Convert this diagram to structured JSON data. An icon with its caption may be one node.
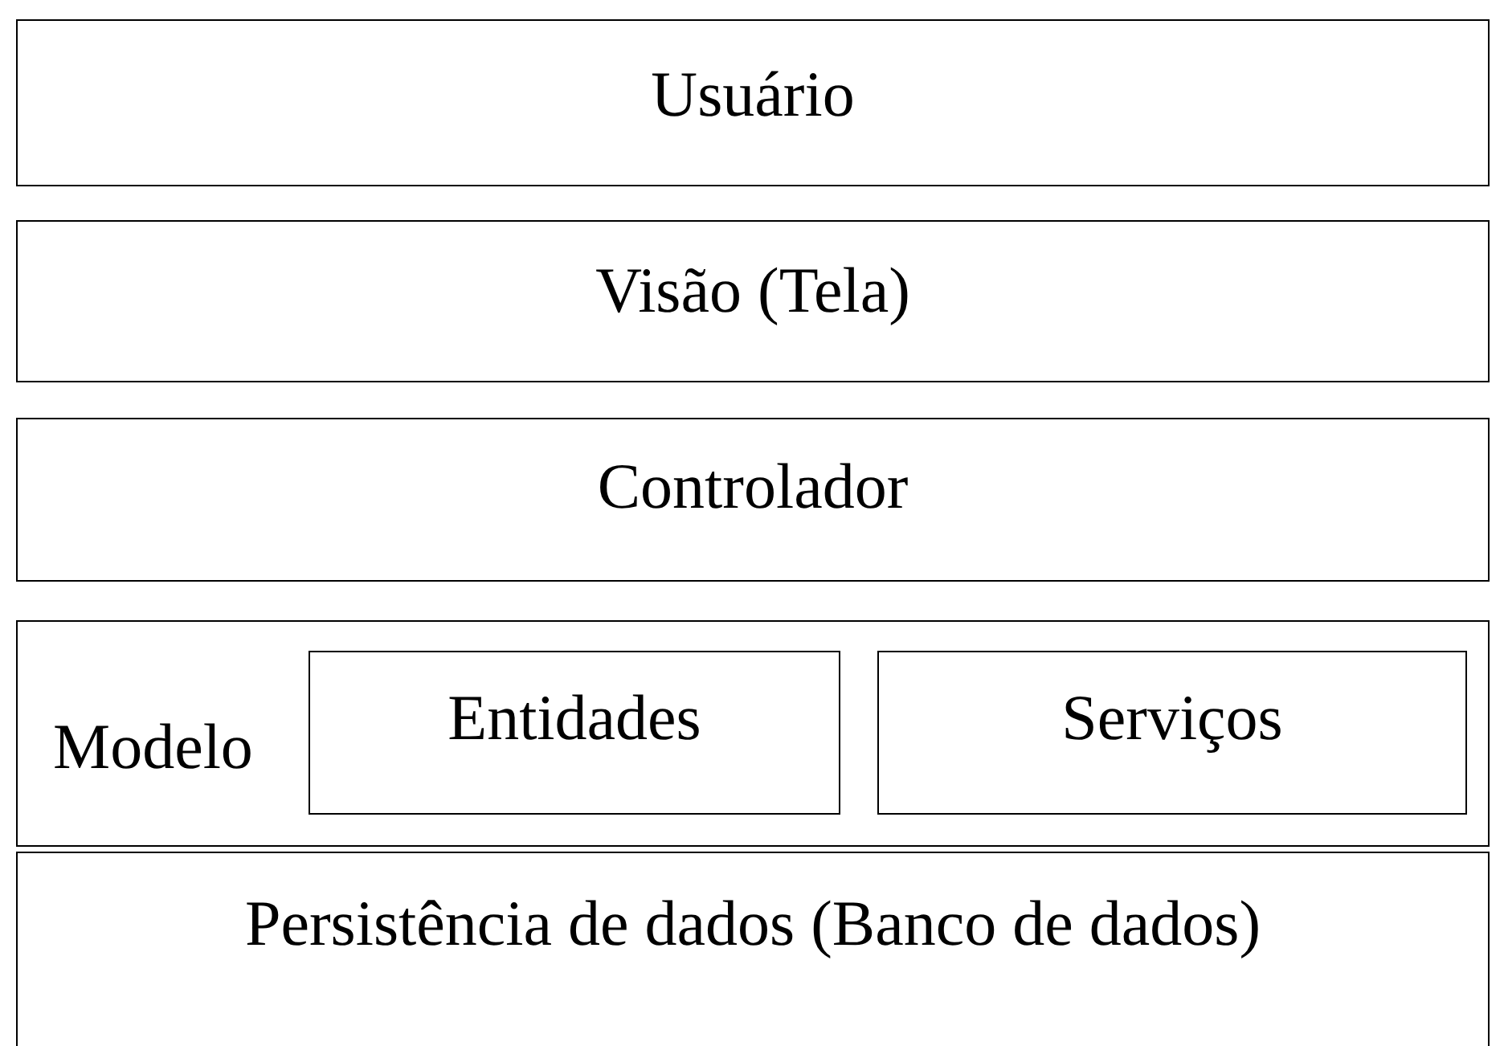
{
  "diagram": {
    "nodes": [
      {
        "text": [
          "Usuário"
        ]
      },
      {
        "text": [
          "Visão (Tela)"
        ]
      },
      {
        "text": [
          "Controlador"
        ]
      },
      {
        "text": [
          "Modelo"
        ]
      },
      {
        "text": [
          "Entidades"
        ],
        "in": 3
      },
      {
        "text": [
          "Serviços"
        ],
        "in": 3
      },
      {
        "text": [
          "Persistência de dados (Banco de dados)"
        ]
      }
    ]
  }
}
